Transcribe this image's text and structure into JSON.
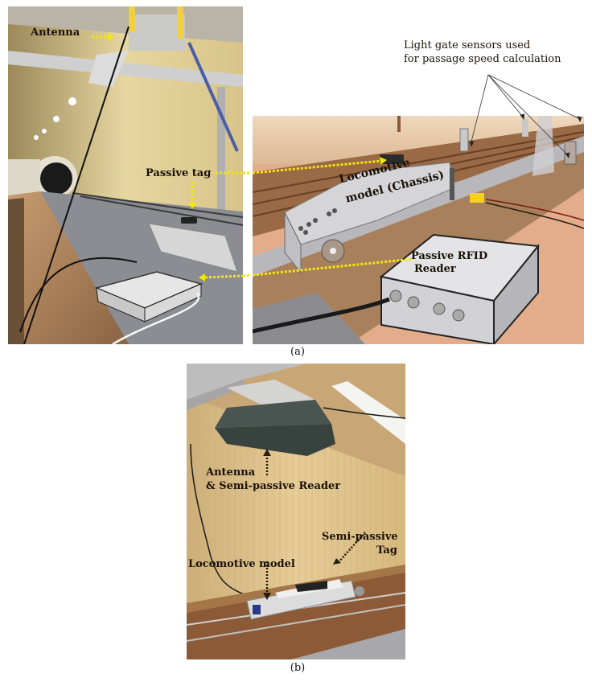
{
  "figure": {
    "panel_a": {
      "caption": "(a)",
      "left_photo": {
        "labels": {
          "antenna": "Antenna",
          "passive_tag": "Passive tag"
        }
      },
      "right_photo": {
        "labels": {
          "light_gate_line1": "Light gate sensors used",
          "light_gate_line2": "for passage speed calculation",
          "locomotive_line1": "Locomotive",
          "locomotive_line2": "model (Chassis)",
          "reader_line1": "Passive RFID",
          "reader_line2": "Reader"
        }
      },
      "arrow_color": "#f4e60a"
    },
    "panel_b": {
      "caption": "(b)",
      "labels": {
        "antenna_line1": "Antenna",
        "antenna_line2": "& Semi-passive Reader",
        "tag_line1": "Semi-passive",
        "tag_line2": "Tag",
        "locomotive": "Locomotive model"
      },
      "arrow_color": "#2a1c10"
    }
  }
}
